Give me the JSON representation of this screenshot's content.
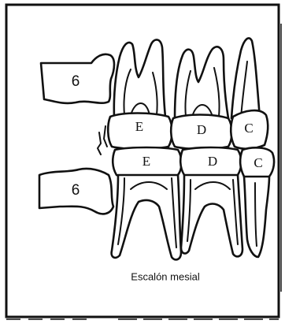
{
  "diagram": {
    "caption": "Escalón mesial",
    "upper": {
      "molar_label": "6",
      "teeth": [
        "E",
        "D",
        "C"
      ]
    },
    "lower": {
      "molar_label": "6",
      "teeth": [
        "E",
        "D",
        "C"
      ]
    }
  }
}
